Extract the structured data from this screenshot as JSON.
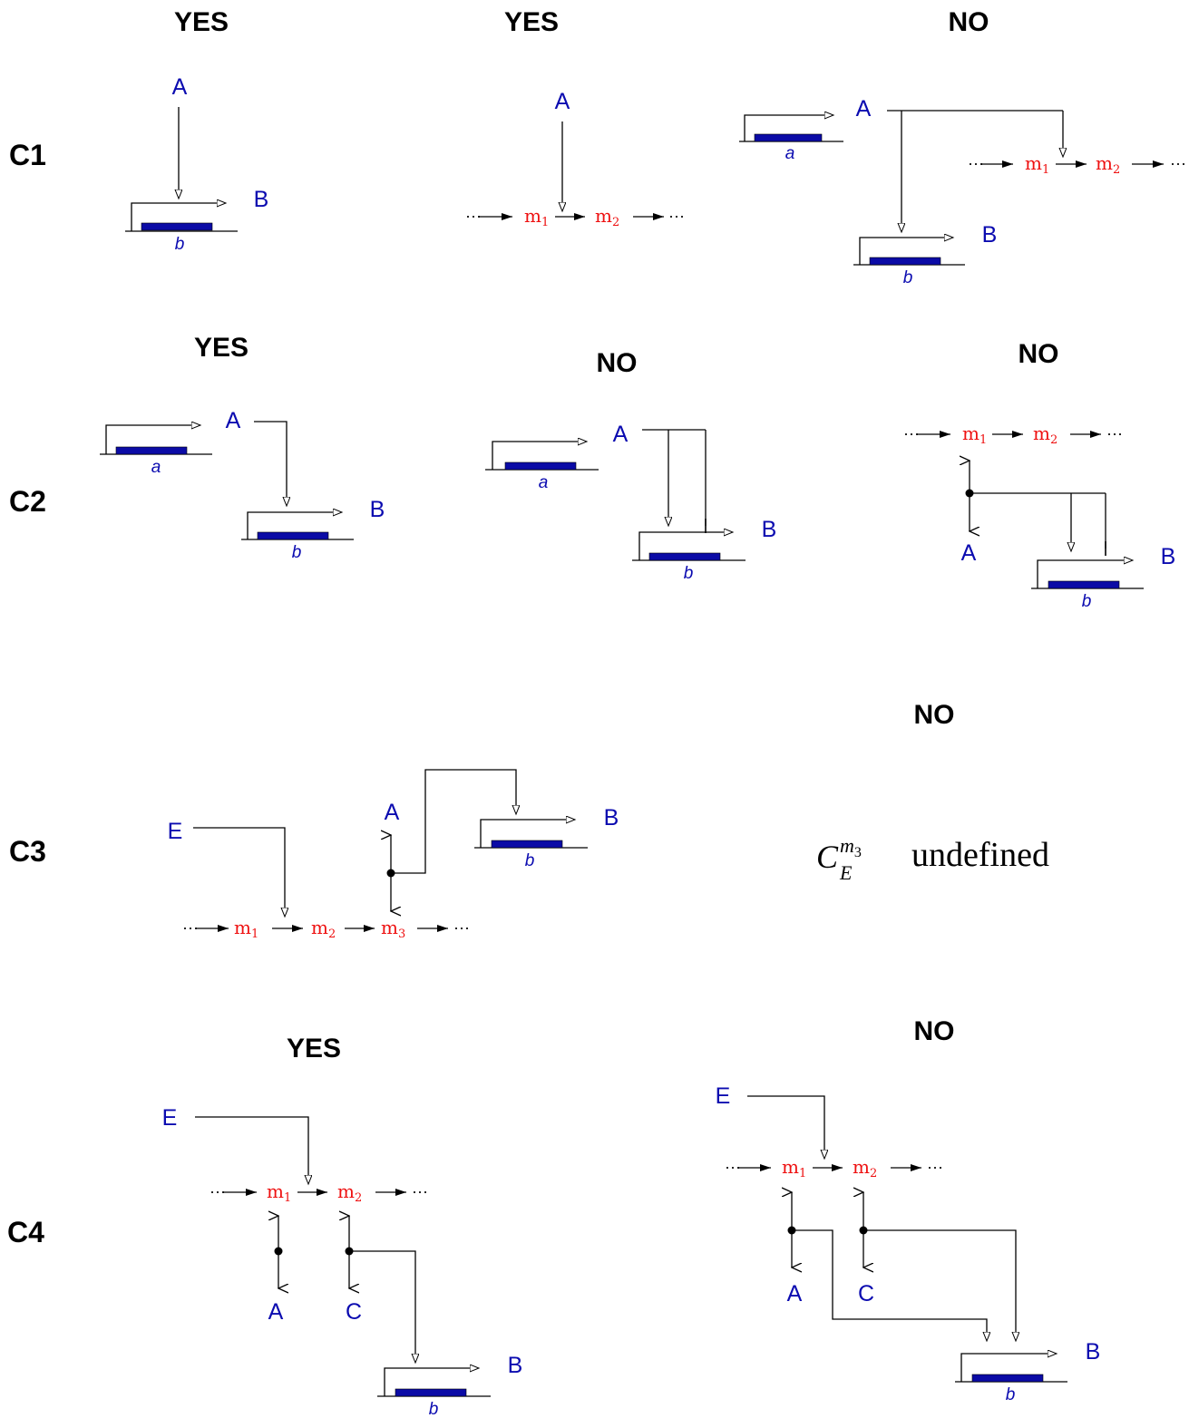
{
  "rows": {
    "c1": "C1",
    "c2": "C2",
    "c3": "C3",
    "c4": "C4"
  },
  "verdicts": {
    "c1_left": "YES",
    "c1_middle": "YES",
    "c1_right": "NO",
    "c2_left": "YES",
    "c2_middle": "NO",
    "c2_right": "NO",
    "c3_right": "NO",
    "c4_left": "YES",
    "c4_right": "NO"
  },
  "nodes": {
    "A": "A",
    "B": "B",
    "C": "C",
    "E": "E"
  },
  "genes": {
    "a": "a",
    "b": "b"
  },
  "metabolites": {
    "m": "m",
    "s1": "1",
    "s2": "2",
    "s3": "3"
  },
  "ellipsis": "···",
  "undefined_expr": {
    "symbol": "C",
    "subscript": "E",
    "superscript": "m",
    "superscript_index": "3",
    "text": "undefined"
  },
  "colors": {
    "node": "#0b0bb0",
    "metabolite": "#ee1111",
    "gene_bar": "#0b0ba6",
    "line": "#000000"
  }
}
